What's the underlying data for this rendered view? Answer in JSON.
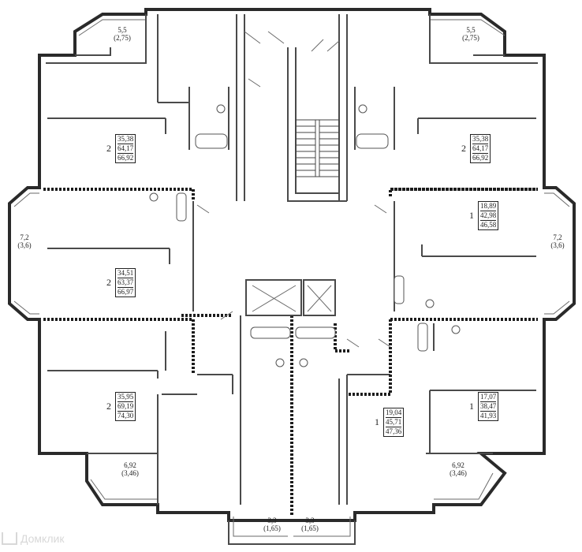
{
  "balconies": {
    "top_left": {
      "area": "5,5",
      "reduced": "(2,75)"
    },
    "top_right": {
      "area": "5,5",
      "reduced": "(2,75)"
    },
    "mid_left": {
      "area": "7,2",
      "reduced": "(3,6)"
    },
    "mid_right": {
      "area": "7,2",
      "reduced": "(3,6)"
    },
    "bottom_left": {
      "area": "6,92",
      "reduced": "(3,46)"
    },
    "bottom_right": {
      "area": "6,92",
      "reduced": "(3,46)"
    },
    "bottom_center_left": {
      "area": "3,3",
      "reduced": "(1,65)"
    },
    "bottom_center_right": {
      "area": "3,3",
      "reduced": "(1,65)"
    }
  },
  "units": [
    {
      "id": "top-left",
      "rooms": "2",
      "living": "35,38",
      "total": "64,17",
      "with_balcony": "66,92"
    },
    {
      "id": "top-right",
      "rooms": "2",
      "living": "35,38",
      "total": "64,17",
      "with_balcony": "66,92"
    },
    {
      "id": "mid-right",
      "rooms": "1",
      "living": "18,89",
      "total": "42,98",
      "with_balcony": "46,58"
    },
    {
      "id": "mid-left",
      "rooms": "2",
      "living": "34,51",
      "total": "63,37",
      "with_balcony": "66,97"
    },
    {
      "id": "bottom-left",
      "rooms": "2",
      "living": "35,95",
      "total": "69,19",
      "with_balcony": "74,30"
    },
    {
      "id": "bottom-right",
      "rooms": "1",
      "living": "17,07",
      "total": "38,47",
      "with_balcony": "41,93"
    },
    {
      "id": "bottom-center",
      "rooms": "1",
      "living": "19,04",
      "total": "45,71",
      "with_balcony": "47,36"
    }
  ],
  "watermark": {
    "text": "Домклик",
    "icon": "house-icon"
  }
}
